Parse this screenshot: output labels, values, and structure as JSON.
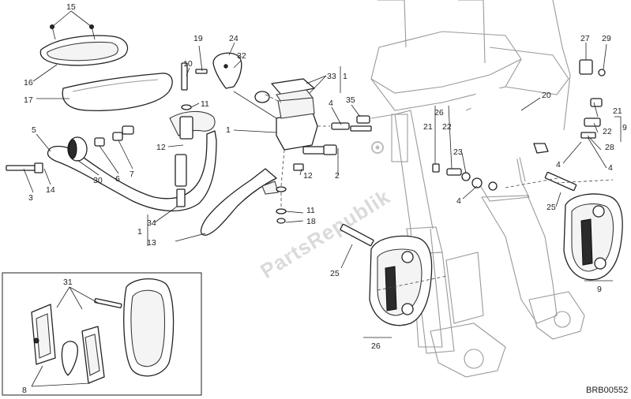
{
  "drawing_code": "BRB00552",
  "watermark": "PartsRepublik",
  "callouts": {
    "c15": "15",
    "c16": "16",
    "c17": "17",
    "c5": "5",
    "c3": "3",
    "c14": "14",
    "c30": "30",
    "c6": "6",
    "c7": "7",
    "c10": "10",
    "c11a": "11",
    "c12a": "12",
    "c34": "34",
    "c1a": "1",
    "c13": "13",
    "c19": "19",
    "c24": "24",
    "c32": "32",
    "c33": "33",
    "c1b": "1",
    "c1c": "1",
    "c4a": "4",
    "c35": "35",
    "c2": "2",
    "c12b": "12",
    "c11b": "11",
    "c18": "18",
    "c26a": "26",
    "c21a": "21",
    "c22a": "22",
    "c23": "23",
    "c4b": "4",
    "c20": "20",
    "c27": "27",
    "c29": "29",
    "c21b": "21",
    "c22b": "22",
    "c9a": "9",
    "c28": "28",
    "c4c": "4",
    "c4d": "4",
    "c25a": "25",
    "c9b": "9",
    "c25b": "25",
    "c26b": "26",
    "c31": "31",
    "c8": "8"
  }
}
